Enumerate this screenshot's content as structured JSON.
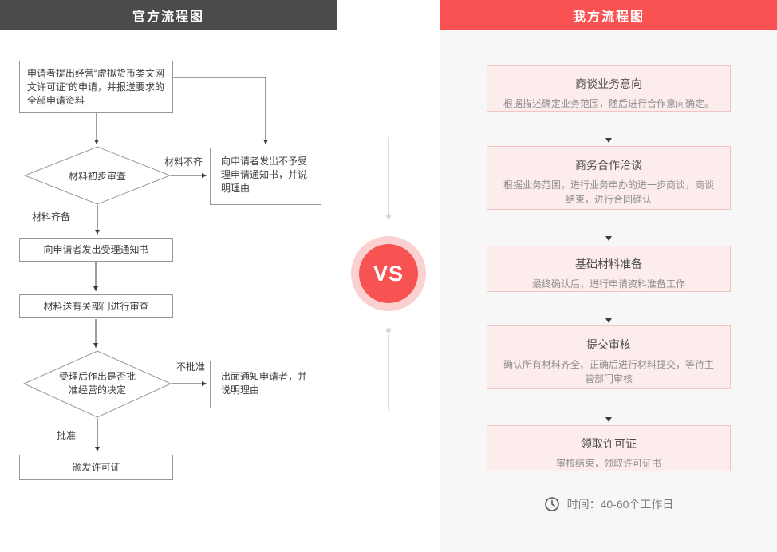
{
  "left": {
    "title": "官方流程图",
    "steps": {
      "apply": "申请者提出经营“虚拟货币类文网文许可证”的申请，并报送要求的全部申请资料",
      "review": "材料初步审查",
      "reject": "向申请者发出不予受理申请通知书，并说明理由",
      "accept": "向申请者发出受理通知书",
      "send": "材料送有关部门进行审查",
      "decide": "受理后作出是否批准经营的决定",
      "notify": "出面通知申请者，并说明理由",
      "issue": "颁发许可证"
    },
    "labels": {
      "incomplete": "材料不齐",
      "complete": "材料齐备",
      "not_approved": "不批准",
      "approved": "批准"
    }
  },
  "center": {
    "vs": "VS"
  },
  "right": {
    "title": "我方流程图",
    "steps": [
      {
        "title": "商谈业务意向",
        "desc": "根据描述确定业务范围，随后进行合作意向确定。"
      },
      {
        "title": "商务合作洽谈",
        "desc": "根据业务范围，进行业务申办的进一步商谈，商谈结束，进行合同确认"
      },
      {
        "title": "基础材料准备",
        "desc": "最终确认后，进行申请资料准备工作"
      },
      {
        "title": "提交审核",
        "desc": "确认所有材料齐全、正确后进行材料提交，等待主管部门审核"
      },
      {
        "title": "领取许可证",
        "desc": "审核结束，领取许可证书"
      }
    ],
    "time_note": "时间：40-60个工作日"
  },
  "colors": {
    "left_header_bg": "#4b4b4b",
    "right_header_bg": "#fa5252",
    "right_panel_bg": "#f7f7f7",
    "step_box_bg": "#fdecec",
    "step_box_border": "#f3c4c4",
    "vs_circle": "#f75353"
  }
}
